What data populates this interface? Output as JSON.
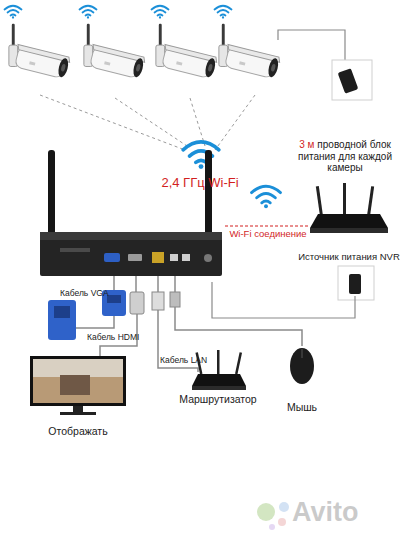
{
  "diagram": {
    "nodes": [
      {
        "text": [
          "Отображать"
        ]
      },
      {
        "text": [
          "Маршрутизатор"
        ]
      },
      {
        "text": [
          "Мышь"
        ]
      }
    ],
    "labels": [
      "2,4 ГГц Wi-Fi",
      "3 м",
      "проводной блок питания для каждой камеры",
      "Wi-Fi соединение",
      "Источник питания NVR",
      "Кабель VGA",
      "Кабель HDMI",
      "Кабель LAN",
      "Avito"
    ]
  }
}
